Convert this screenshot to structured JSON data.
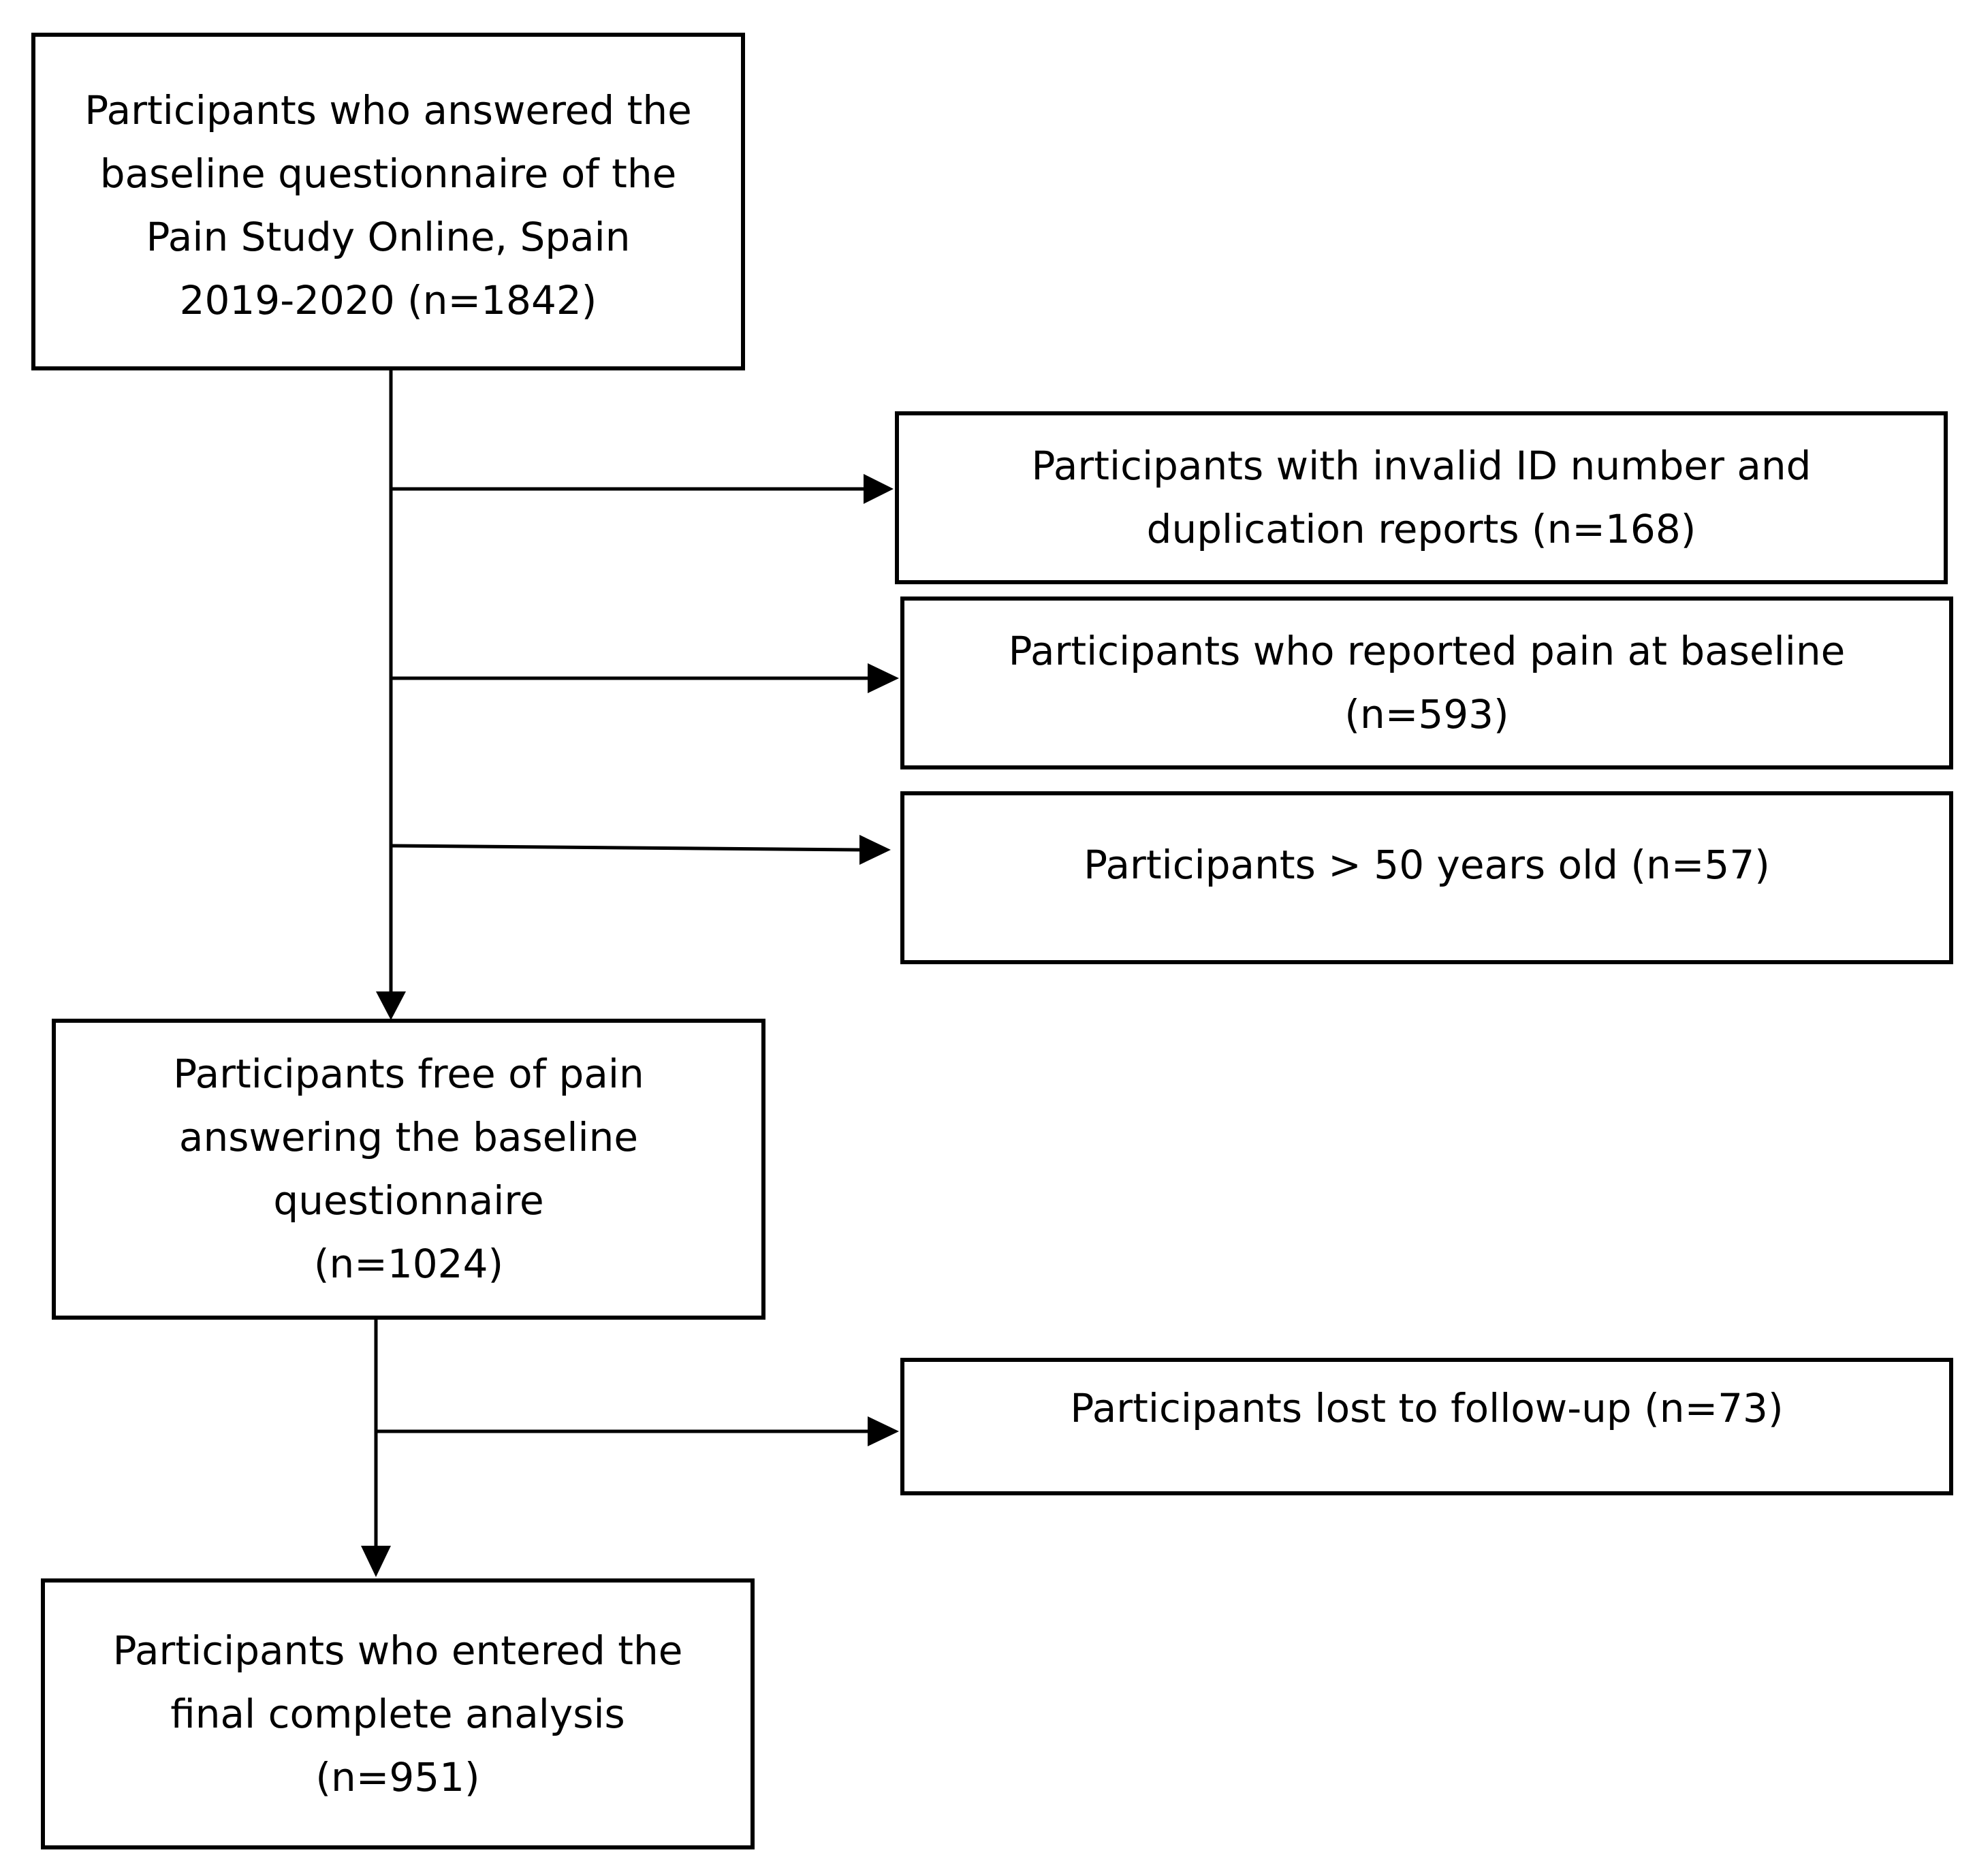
{
  "flowchart": {
    "boxes": {
      "baseline": "Participants who answered the\nbaseline questionnaire of the\nPain Study Online, Spain\n2019-2020 (n=1842)",
      "invalid_id": "Participants with invalid ID number and\nduplication reports (n=168)",
      "reported_pain": "Participants who reported pain at baseline\n(n=593)",
      "over_50": "Participants > 50 years old (n=57)",
      "free_of_pain": "Participants free of pain\nanswering the baseline\nquestionnaire\n(n=1024)",
      "lost_followup": "Participants lost to follow-up (n=73)",
      "final_analysis": "Participants who entered the\nfinal complete analysis\n(n=951)"
    },
    "colors": {
      "line": "#000000",
      "box_border": "#000000",
      "background": "#ffffff"
    }
  }
}
